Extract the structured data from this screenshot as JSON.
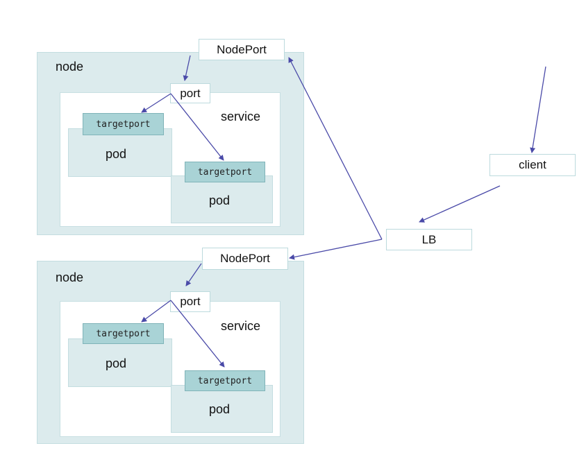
{
  "nodes": [
    {
      "label": "node",
      "nodeport": "NodePort",
      "port": "port",
      "service": "service",
      "pods": [
        {
          "targetport": "targetport",
          "label": "pod"
        },
        {
          "targetport": "targetport",
          "label": "pod"
        }
      ]
    },
    {
      "label": "node",
      "nodeport": "NodePort",
      "port": "port",
      "service": "service",
      "pods": [
        {
          "targetport": "targetport",
          "label": "pod"
        },
        {
          "targetport": "targetport",
          "label": "pod"
        }
      ]
    }
  ],
  "client": "client",
  "lb": "LB",
  "colors": {
    "node_fill": "#dcebed",
    "targetport_fill": "#a9d3d6",
    "arrow": "#4a4aa8"
  }
}
